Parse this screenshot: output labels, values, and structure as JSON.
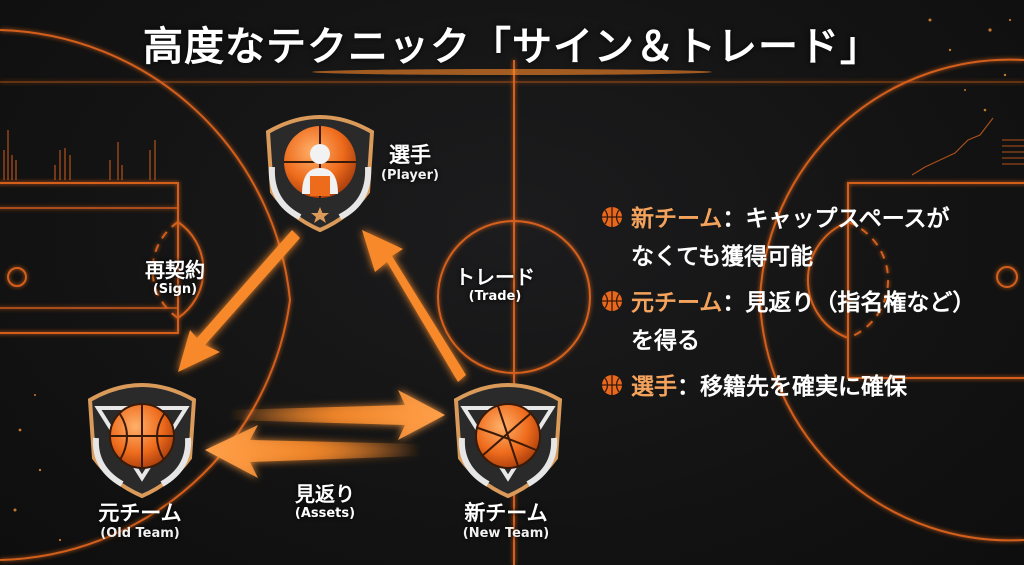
{
  "title": "高度なテクニック「サイン＆トレード」",
  "colors": {
    "background": "#141414",
    "court_line": "#e8681e",
    "arrow": "#f7892a",
    "highlight_text": "#f4a35c",
    "text": "#ffffff"
  },
  "nodes": {
    "player": {
      "label_jp": "選手",
      "label_en": "(Player)",
      "icon": "player-badge-icon"
    },
    "old_team": {
      "label_jp": "元チーム",
      "label_en": "(Old Team)",
      "icon": "basketball-badge-icon"
    },
    "new_team": {
      "label_jp": "新チーム",
      "label_en": "(New Team)",
      "icon": "basketball-badge-icon"
    }
  },
  "edges": {
    "sign": {
      "label_jp": "再契約",
      "label_en": "(Sign)",
      "from": "player",
      "to": "old_team"
    },
    "trade": {
      "label_jp": "トレード",
      "label_en": "(Trade)",
      "from": "new_team",
      "to": "player"
    },
    "assets": {
      "label_jp": "見返り",
      "label_en": "(Assets)",
      "between": [
        "old_team",
        "new_team"
      ]
    }
  },
  "bullets": [
    {
      "icon": "basketball-icon",
      "highlight": "新チーム",
      "text_line1": "：キャップスペースが",
      "text_line2": "なくても獲得可能"
    },
    {
      "icon": "basketball-icon",
      "highlight": "元チーム",
      "text_line1": "：見返り（指名権など）",
      "text_line2": "を得る"
    },
    {
      "icon": "basketball-icon",
      "highlight": "選手",
      "text_line1": "：移籍先を確実に確保",
      "text_line2": ""
    }
  ]
}
